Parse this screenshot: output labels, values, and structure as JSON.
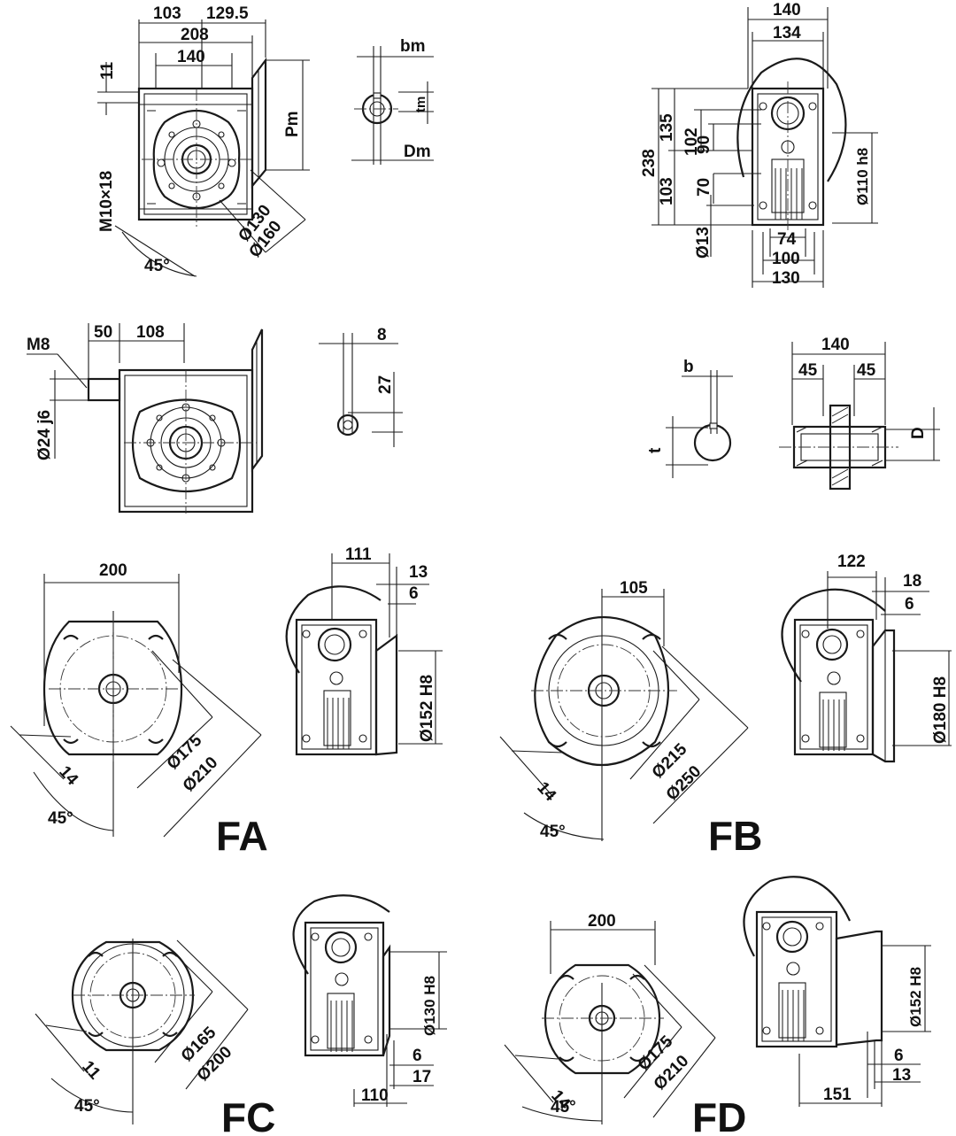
{
  "labels": {
    "main": {
      "d103": "103",
      "d129_5": "129.5",
      "d208": "208",
      "d140": "140",
      "d11": "11",
      "pm": "Pm",
      "m10": "M10×18",
      "d130": "Ø130",
      "d160": "Ø160",
      "a45": "45°"
    },
    "shaft": {
      "bm": "bm",
      "tm": "tm",
      "dm": "Dm"
    },
    "side": {
      "d140": "140",
      "d134": "134",
      "d238": "238",
      "d135": "135",
      "d102": "102",
      "d90": "90",
      "d103": "103",
      "d70": "70",
      "d110h8": "Ø110 h8",
      "d13": "Ø13",
      "d74": "74",
      "d100": "100",
      "d130": "130"
    },
    "input": {
      "m8": "M8",
      "d50": "50",
      "d108": "108",
      "d24": "Ø24 j6"
    },
    "key": {
      "d8": "8",
      "d27": "27"
    },
    "bore": {
      "b": "b",
      "t": "t"
    },
    "hollow": {
      "d140": "140",
      "d45a": "45",
      "d45b": "45",
      "D": "D"
    },
    "fa": {
      "d200": "200",
      "d14": "14",
      "d175": "Ø175",
      "d210": "Ø210",
      "a45": "45°",
      "d111": "111",
      "d13": "13",
      "d6": "6",
      "d152": "Ø152 H8",
      "tag": "FA"
    },
    "fb": {
      "d105": "105",
      "d14": "14",
      "d215": "Ø215",
      "d250": "Ø250",
      "a45": "45°",
      "d122": "122",
      "d18": "18",
      "d6": "6",
      "d180": "Ø180 H8",
      "tag": "FB"
    },
    "fc": {
      "d11": "11",
      "d165": "Ø165",
      "d200": "Ø200",
      "a45": "45°",
      "d130": "Ø130 H8",
      "d6": "6",
      "d17": "17",
      "d110": "110",
      "tag": "FC"
    },
    "fd": {
      "d200": "200",
      "d14": "14",
      "d175": "Ø175",
      "d210": "Ø210",
      "a45": "45°",
      "d152": "Ø152 H8",
      "d6": "6",
      "d13": "13",
      "d151": "151",
      "tag": "FD"
    }
  }
}
